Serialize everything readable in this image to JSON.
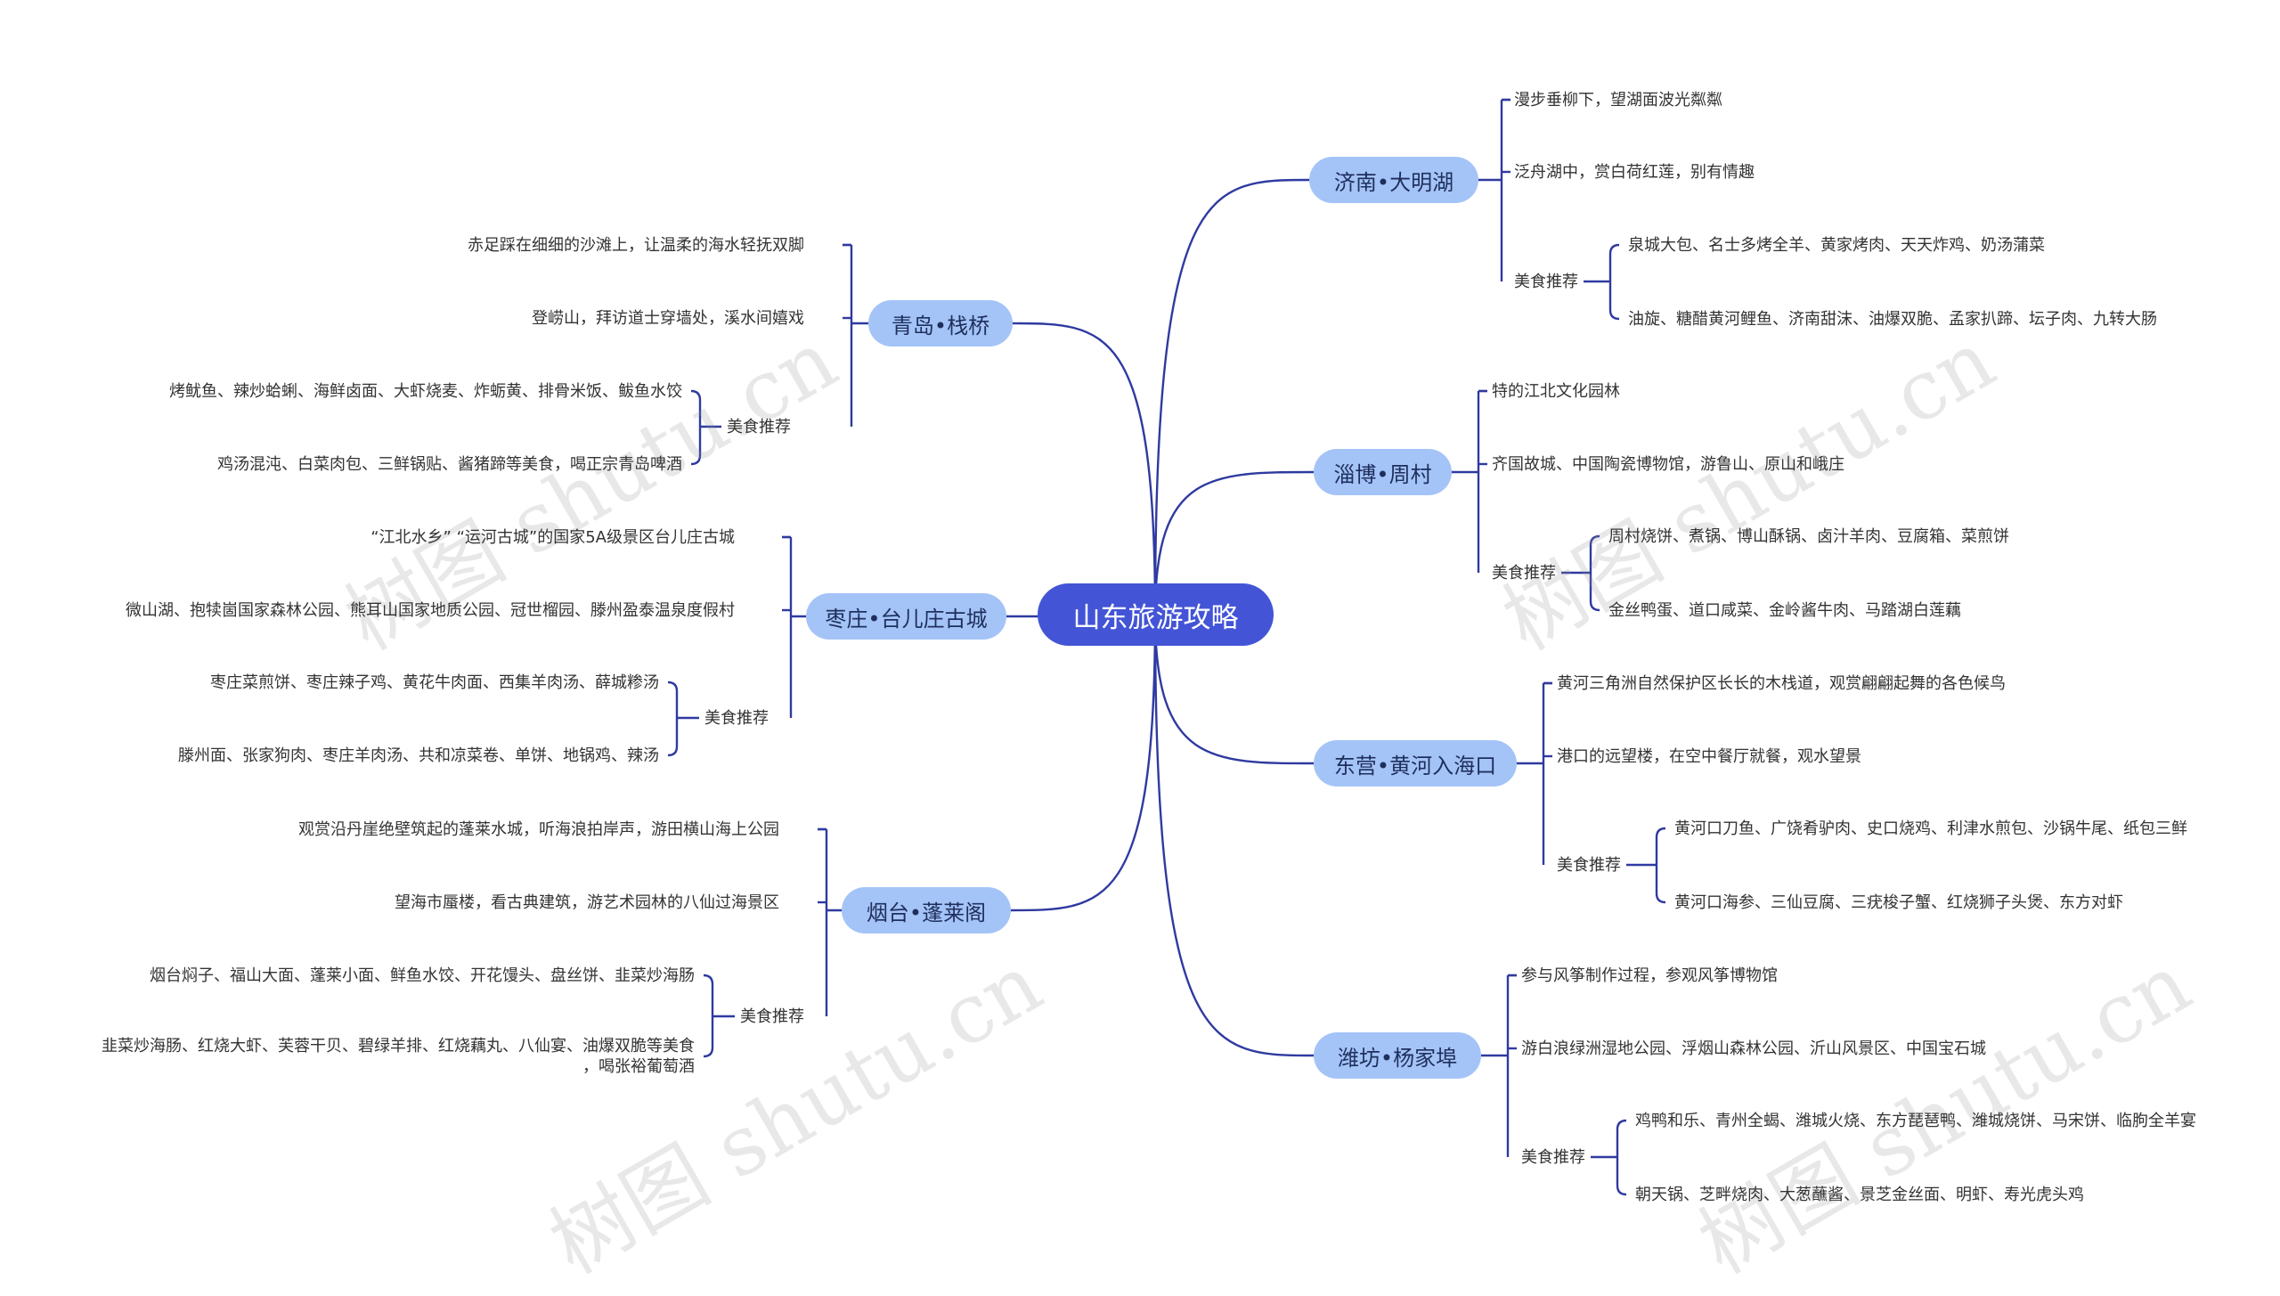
{
  "root": {
    "label": "山东旅游攻略"
  },
  "line_color": "#2f3aa0",
  "accent_color": "#4355d6",
  "branch_color": "#a4c4f8",
  "food_label": "美食推荐",
  "watermark": "树图 shutu.cn",
  "branches": [
    {
      "title": "济南•大明湖",
      "items": [
        "漫步垂柳下，望湖面波光粼粼",
        "泛舟湖中，赏白荷红莲，别有情趣"
      ],
      "food": [
        "泉城大包、名士多烤全羊、黄家烤肉、天天炸鸡、奶汤蒲菜",
        "油旋、糖醋黄河鲤鱼、济南甜沫、油爆双脆、孟家扒蹄、坛子肉、九转大肠"
      ]
    },
    {
      "title": "淄博•周村",
      "items": [
        "特的江北文化园林",
        "齐国故城、中国陶瓷博物馆，游鲁山、原山和峨庄"
      ],
      "food": [
        "周村烧饼、煮锅、博山酥锅、卤汁羊肉、豆腐箱、菜煎饼",
        "金丝鸭蛋、道口咸菜、金岭酱牛肉、马踏湖白莲藕"
      ]
    },
    {
      "title": "东营•黄河入海口",
      "items": [
        "黄河三角洲自然保护区长长的木栈道，观赏翩翩起舞的各色候鸟",
        "港口的远望楼，在空中餐厅就餐，观水望景"
      ],
      "food": [
        "黄河口刀鱼、广饶肴驴肉、史口烧鸡、利津水煎包、沙锅牛尾、纸包三鲜",
        "黄河口海参、三仙豆腐、三疣梭子蟹、红烧狮子头煲、东方对虾"
      ]
    },
    {
      "title": "潍坊•杨家埠",
      "items": [
        "参与风筝制作过程，参观风筝博物馆",
        "游白浪绿洲湿地公园、浮烟山森林公园、沂山风景区、中国宝石城"
      ],
      "food": [
        "鸡鸭和乐、青州全蝎、潍城火烧、东方琵琶鸭、潍城烧饼、马宋饼、临朐全羊宴",
        "朝天锅、芝畔烧肉、大葱蘸酱、景芝金丝面、明虾、寿光虎头鸡"
      ]
    },
    {
      "title": "青岛•栈桥",
      "items": [
        "赤足踩在细细的沙滩上，让温柔的海水轻抚双脚",
        "登崂山，拜访道士穿墙处，溪水间嬉戏"
      ],
      "food": [
        "烤鱿鱼、辣炒蛤蜊、海鲜卤面、大虾烧麦、炸蛎黄、排骨米饭、鲅鱼水饺",
        "鸡汤混沌、白菜肉包、三鲜锅贴、酱猪蹄等美食，喝正宗青岛啤酒"
      ]
    },
    {
      "title": "枣庄•台儿庄古城",
      "items": [
        "“江北水乡” “运河古城”的国家5A级景区台儿庄古城",
        "微山湖、抱犊崮国家森林公园、熊耳山国家地质公园、冠世榴园、滕州盈泰温泉度假村"
      ],
      "food": [
        "枣庄菜煎饼、枣庄辣子鸡、黄花牛肉面、西集羊肉汤、薛城糁汤",
        "滕州面、张家狗肉、枣庄羊肉汤、共和凉菜卷、单饼、地锅鸡、辣汤"
      ]
    },
    {
      "title": "烟台•蓬莱阁",
      "items": [
        "观赏沿丹崖绝壁筑起的蓬莱水城，听海浪拍岸声，游田横山海上公园",
        "望海市蜃楼，看古典建筑，游艺术园林的八仙过海景区"
      ],
      "food": [
        "烟台焖子、福山大面、蓬莱小面、鲜鱼水饺、开花馒头、盘丝饼、韭菜炒海肠",
        "韭菜炒海肠、红烧大虾、芙蓉干贝、碧绿羊排、红烧藕丸、八仙宴、油爆双脆等美食\n，喝张裕葡萄酒"
      ]
    }
  ]
}
